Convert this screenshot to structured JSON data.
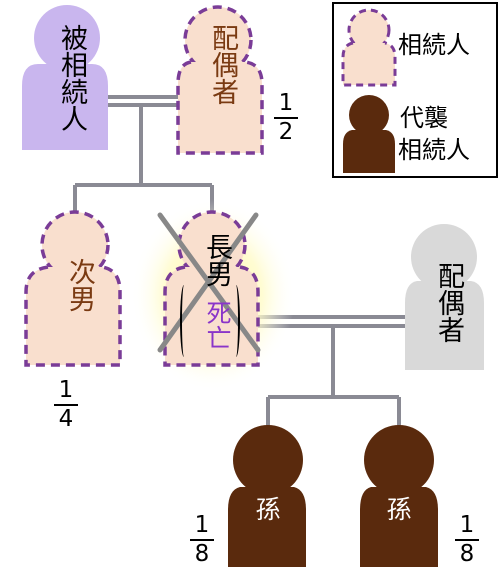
{
  "people": {
    "decedent": "被相続人",
    "spouse_top": "配偶者",
    "second_son": "次男",
    "eldest_son": "長男",
    "eldest_son_status": "死亡",
    "spouse_right": "配偶者",
    "grandchild_left": "孫",
    "grandchild_right": "孫"
  },
  "shares": {
    "spouse_top": {
      "num": "1",
      "den": "2"
    },
    "second_son": {
      "num": "1",
      "den": "4"
    },
    "grandchild_left": {
      "num": "1",
      "den": "8"
    },
    "grandchild_right": {
      "num": "1",
      "den": "8"
    }
  },
  "legend": {
    "heir": "相続人",
    "substitute_line1": "代襲",
    "substitute_line2": "相続人"
  },
  "colors": {
    "decedent_fill": "#c9b6ee",
    "heir_fill": "#f9dfce",
    "heir_border": "#7a3c97",
    "substitute_fill": "#5a2a0d",
    "spouse_right_fill": "#d9d9d9",
    "line": "#8a8a94",
    "glow": "#fff59a",
    "strike": "#888888",
    "deceased_text": "#8a35c9",
    "brown_text": "#7a3a12"
  }
}
